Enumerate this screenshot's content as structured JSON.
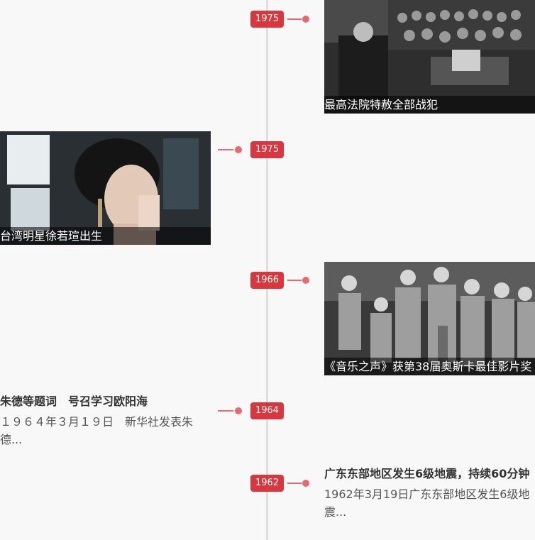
{
  "timeline": {
    "events": [
      {
        "year": "1975",
        "caption": "最高法院特赦全部战犯",
        "image": "courtroom-photo"
      },
      {
        "year": "1975",
        "caption": "台湾明星徐若瑄出生",
        "image": "portrait-photo"
      },
      {
        "year": "1966",
        "caption": "《音乐之声》获第38届奥斯卡最佳影片奖",
        "image": "choir-photo"
      },
      {
        "year": "1964",
        "title": "朱德等题词　号召学习欧阳海",
        "summary": "１９６４年３月１９日　新华社发表朱德..."
      },
      {
        "year": "1962",
        "title": "广东东部地区发生6级地震，持续60分钟",
        "summary": "1962年3月19日广东东部地区发生6级地震..."
      }
    ]
  },
  "colors": {
    "accent": "#d9363e",
    "connector": "#e8696f",
    "axis": "#dedede",
    "background": "#f8f8f8"
  }
}
